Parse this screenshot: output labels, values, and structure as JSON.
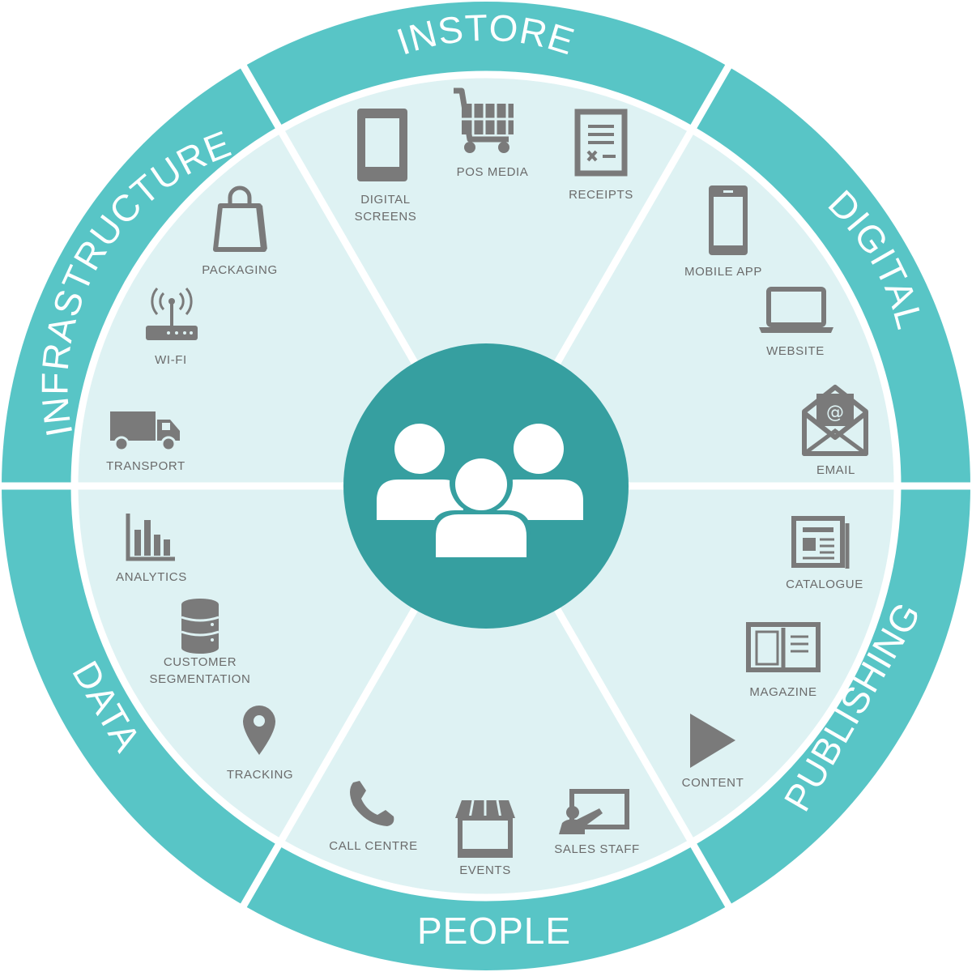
{
  "colors": {
    "ring": "#58c5c6",
    "inner": "#def2f3",
    "hub": "#369fa0",
    "divider": "#ffffff",
    "icon": "#7a7a7a",
    "label": "#6b6b6b"
  },
  "hub": {
    "icon": "people-group-icon"
  },
  "segments": {
    "instore": {
      "title": "INSTORE",
      "digital_screens": {
        "line1": "DIGITAL",
        "line2": "SCREENS",
        "icon": "tablet-icon"
      },
      "pos_media": {
        "label": "POS MEDIA",
        "icon": "shopping-cart-icon"
      },
      "receipts": {
        "label": "RECEIPTS",
        "icon": "receipt-icon"
      }
    },
    "digital": {
      "title": "DIGITAL",
      "mobile_app": {
        "label": "MOBILE APP",
        "icon": "smartphone-icon"
      },
      "website": {
        "label": "WEBSITE",
        "icon": "laptop-icon"
      },
      "email": {
        "label": "EMAIL",
        "icon": "envelope-icon"
      }
    },
    "publishing": {
      "title": "PUBLISHING",
      "catalogue": {
        "label": "CATALOGUE",
        "icon": "newspaper-icon"
      },
      "magazine": {
        "label": "MAGAZINE",
        "icon": "open-book-icon"
      },
      "content": {
        "label": "CONTENT",
        "icon": "play-icon"
      }
    },
    "people": {
      "title": "PEOPLE",
      "call_centre": {
        "label": "CALL CENTRE",
        "icon": "phone-icon"
      },
      "events": {
        "label": "EVENTS",
        "icon": "market-stall-icon"
      },
      "sales_staff": {
        "label": "SALES STAFF",
        "icon": "presenter-icon"
      }
    },
    "data": {
      "title": "DATA",
      "analytics": {
        "label": "ANALYTICS",
        "icon": "bar-chart-icon"
      },
      "customer_segmentation": {
        "line1": "CUSTOMER",
        "line2": "SEGMENTATION",
        "icon": "database-icon"
      },
      "tracking": {
        "label": "TRACKING",
        "icon": "map-pin-icon"
      }
    },
    "infrastructure": {
      "title": "INFRASTRUCTURE",
      "packaging": {
        "label": "PACKAGING",
        "icon": "shopping-bag-icon"
      },
      "wifi": {
        "label": "WI-FI",
        "icon": "router-icon"
      },
      "transport": {
        "label": "TRANSPORT",
        "icon": "truck-icon"
      }
    }
  }
}
